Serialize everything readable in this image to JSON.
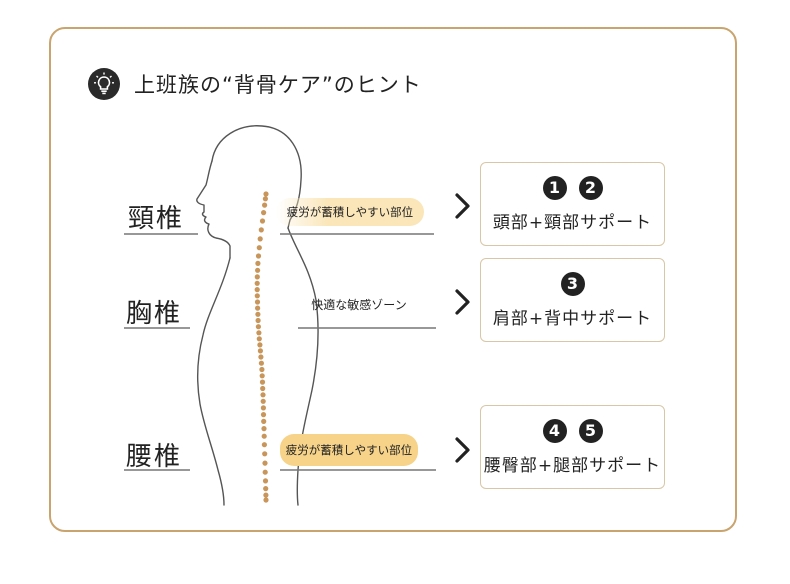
{
  "title": "上班族の“背骨ケア”のヒント",
  "icons": {
    "header": "lightbulb-icon",
    "arrow": "chevron-right-icon"
  },
  "colors": {
    "border": "#c9a46e",
    "spine_dot": "#c8965a",
    "highlight": "#f6d389",
    "highlight_soft": "#fae6b9"
  },
  "regions": [
    {
      "name": "頸椎",
      "note": "疲労が蓄積しやすい部位",
      "numbers": [
        "1",
        "2"
      ],
      "support": "頭部+頸部サポート"
    },
    {
      "name": "胸椎",
      "note": "快適な敏感ゾーン",
      "numbers": [
        "3"
      ],
      "support": "肩部+背中サポート"
    },
    {
      "name": "腰椎",
      "note": "疲労が蓄積しやすい部位",
      "numbers": [
        "4",
        "5"
      ],
      "support": "腰臀部+腿部サポート"
    }
  ]
}
